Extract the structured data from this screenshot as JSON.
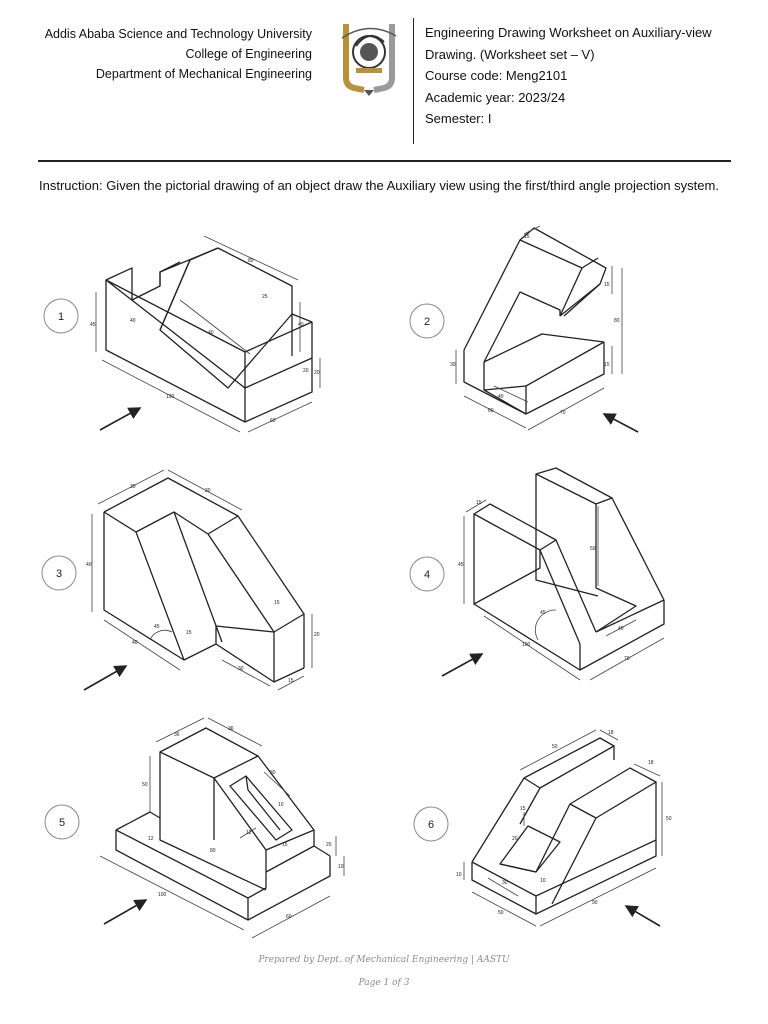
{
  "header": {
    "university": "Addis Ababa Science and Technology University",
    "college": "College of Engineering",
    "department": "Department of Mechanical Engineering",
    "worksheet_line1": "Engineering Drawing Worksheet on Auxiliary-view",
    "worksheet_line2": "Drawing.  (Worksheet set – V)",
    "course_code": "Course code: Meng2101",
    "academic_year": "Academic year: 2023/24",
    "semester": "Semester: I"
  },
  "instruction": "Instruction: Given the pictorial drawing of an object draw the Auxiliary view using the first/third angle projection system.",
  "figures": [
    {
      "number": "1",
      "dims": [
        "80",
        "20",
        "25",
        "45",
        "40",
        "40",
        "120",
        "20",
        "60",
        "40"
      ]
    },
    {
      "number": "2",
      "dims": [
        "15",
        "15",
        "80",
        "15",
        "30",
        "40",
        "60",
        "70"
      ]
    },
    {
      "number": "3",
      "dims": [
        "30",
        "30",
        "40",
        "45",
        "40",
        "15",
        "15",
        "30",
        "15",
        "20"
      ]
    },
    {
      "number": "4",
      "dims": [
        "15",
        "45",
        "50",
        "45",
        "100",
        "40",
        "70"
      ]
    },
    {
      "number": "5",
      "dims": [
        "36",
        "36",
        "50",
        "30",
        "10",
        "12",
        "12",
        "15",
        "80",
        "20",
        "10",
        "100",
        "60"
      ]
    },
    {
      "number": "6",
      "dims": [
        "50",
        "18",
        "18",
        "15",
        "20",
        "50",
        "30",
        "10",
        "10",
        "50",
        "90"
      ]
    }
  ],
  "footer": {
    "prepared_by": "Prepared by Dept. of Mechanical Engineering | AASTU",
    "page": "Page 1 of 3"
  },
  "colors": {
    "line": "#222222",
    "circle": "#888888",
    "logo_gold": "#b8923a",
    "logo_gray": "#9a9a9a",
    "logo_dark": "#333333"
  }
}
